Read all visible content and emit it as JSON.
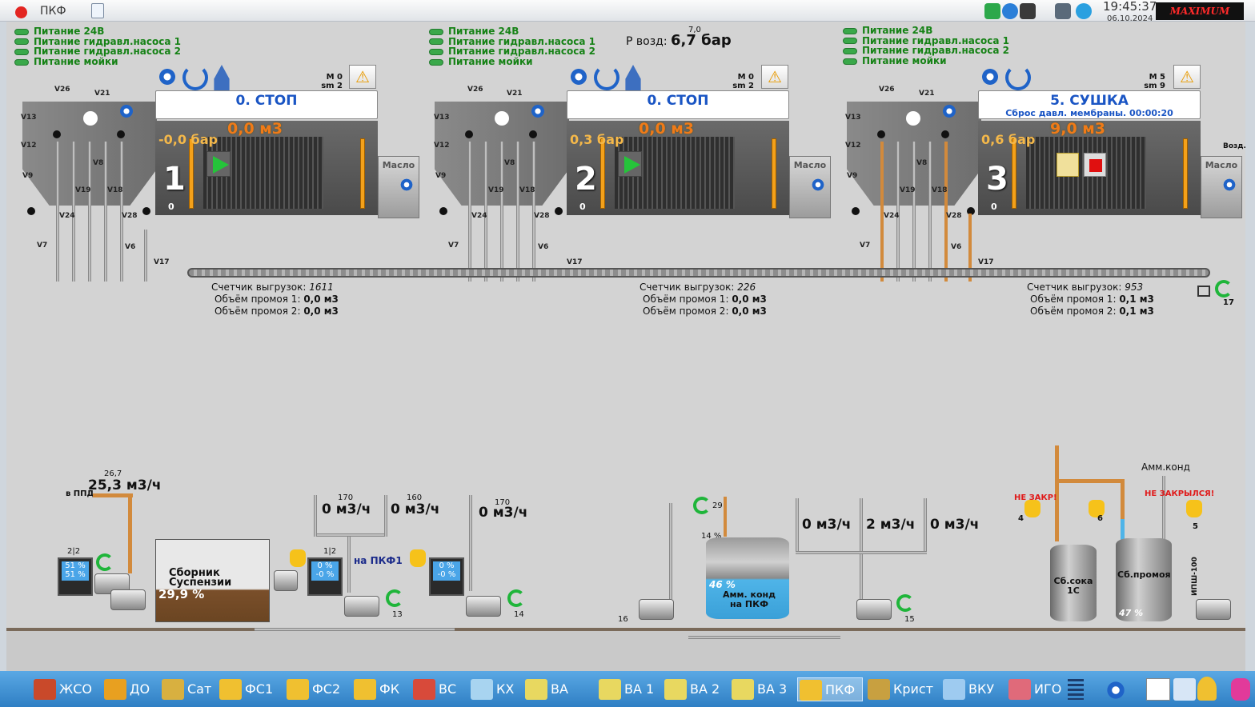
{
  "window": {
    "title": "ПКФ"
  },
  "clock": {
    "time": "19:45:37",
    "date": "06.10.2024"
  },
  "brand": "MAXIMUM AUTOMATION",
  "air": {
    "label": "Р возд:",
    "value": "6,7 бар",
    "setpoint": "7,0"
  },
  "status_items": [
    "Питание 24В",
    "Питание гидравл.насоса 1",
    "Питание гидравл.насоса 2",
    "Питание мойки"
  ],
  "valves": {
    "v26": "V26",
    "v21": "V21",
    "v13": "V13",
    "v12": "V12",
    "v9": "V9",
    "v8": "V8",
    "v19": "V19",
    "v18": "V18",
    "v24": "V24",
    "v28": "V28",
    "v7": "V7",
    "v6": "V6",
    "v17": "V17"
  },
  "oil_label": "Масло",
  "presses": [
    {
      "num": "1",
      "state": "0. СТОП",
      "sub": "",
      "volume": "0,0 м3",
      "pressure": "-0,0 бар",
      "m": "M 0",
      "sm": "sm 2",
      "zero": "0",
      "counter": "1611",
      "wash1": "0,0 м3",
      "wash2": "0,0 м3"
    },
    {
      "num": "2",
      "state": "0. СТОП",
      "sub": "",
      "volume": "0,0 м3",
      "pressure": "0,3 бар",
      "m": "M 0",
      "sm": "sm 2",
      "zero": "0",
      "counter": "226",
      "wash1": "0,0 м3",
      "wash2": "0,0 м3"
    },
    {
      "num": "3",
      "state": "5. СУШКА",
      "sub": "Сброс давл. мембраны. 00:00:20",
      "volume": "9,0 м3",
      "pressure": "0,6 бар",
      "m": "M 5",
      "sm": "sm 9",
      "zero": "0",
      "counter": "953",
      "wash1": "0,1 м3",
      "wash2": "0,1 м3"
    }
  ],
  "labels": {
    "counter": "Счетчик выгрузок:",
    "wash1": "Объём промоя 1:",
    "wash2": "Объём промоя 2:",
    "air_side": "Возд.",
    "conveyor_num": "17"
  },
  "bottom": {
    "in_ppd": "в ППД",
    "flow_main": "25,3 м3/ч",
    "flow_main_sp": "26,7",
    "panel_a": {
      "top": "2|2",
      "l1": "51 %",
      "l2": "51 %"
    },
    "collector": "Сборник Суспензии",
    "collector_level": "29,9 %",
    "panel_b": {
      "top": "1|2",
      "l1": "0 %",
      "l2": "-0 %"
    },
    "panel_c": {
      "l1": "0 %",
      "l2": "-0 %"
    },
    "to_pkf1": "на ПКФ1",
    "flow_1": "0 м3/ч",
    "flow_1_sp": "170",
    "flow_2": "0 м3/ч",
    "flow_2_sp": "160",
    "flow_3": "0 м3/ч",
    "flow_3_sp": "170",
    "pump_13": "13",
    "pump_14": "14",
    "pump_16": "16",
    "pump_15": "15",
    "small_29": "29",
    "small_14": "14 %",
    "amm_tank": "Амм. конд на ПКФ",
    "amm_level": "46 %",
    "flow_4": "0 м3/ч",
    "flow_5": "2 м3/ч",
    "flow_6": "0 м3/ч",
    "amm_kond": "Амм.конд",
    "ne_zakr": "НЕ ЗАКР!",
    "ne_zakrylsya": "НЕ ЗАКРЫЛСЯ!",
    "v4": "4",
    "v6": "6",
    "v5": "5",
    "tank_sok": "Сб.сока 1С",
    "tank_promoy": "Сб.промоя",
    "promoy_level": "47 %",
    "ipsh": "ИПШ-100"
  },
  "taskbar": [
    "ЖСО",
    "ДО",
    "Сат",
    "ФС1",
    "ФС2",
    "ФК",
    "ВС",
    "КХ",
    "ВА общ",
    "ВА 1",
    "ВА 2",
    "ВА 3",
    "ПКФ",
    "Крист",
    "ВКУ",
    "ИГО"
  ]
}
